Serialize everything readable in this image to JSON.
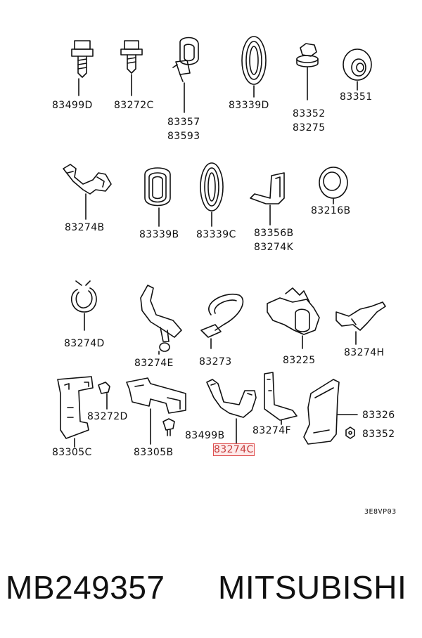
{
  "labels": {
    "p83499D_a": "83499D",
    "p83272C": "83272C",
    "p83357": "83357",
    "p83593": "83593",
    "p83339D": "83339D",
    "p83352_a": "83352",
    "p83275": "83275",
    "p83351": "83351",
    "p83274B": "83274B",
    "p83339B": "83339B",
    "p83339C": "83339C",
    "p83356B": "83356B",
    "p83274K": "83274K",
    "p83216B": "83216B",
    "p83274D": "83274D",
    "p83274E": "83274E",
    "p83273": "83273",
    "p83225": "83225",
    "p83274H": "83274H",
    "p83272D": "83272D",
    "p83305C": "83305C",
    "p83305B": "83305B",
    "p83499B": "83499B",
    "p83274C": "83274C",
    "p83274F": "83274F",
    "p83326": "83326",
    "p83352_b": "83352"
  },
  "highlighted_part": "83274C",
  "highlight_color": "#e05050",
  "diagram_ref": "3E8VP03",
  "footer": {
    "part_number": "MB249357",
    "brand": "MITSUBISHI"
  }
}
